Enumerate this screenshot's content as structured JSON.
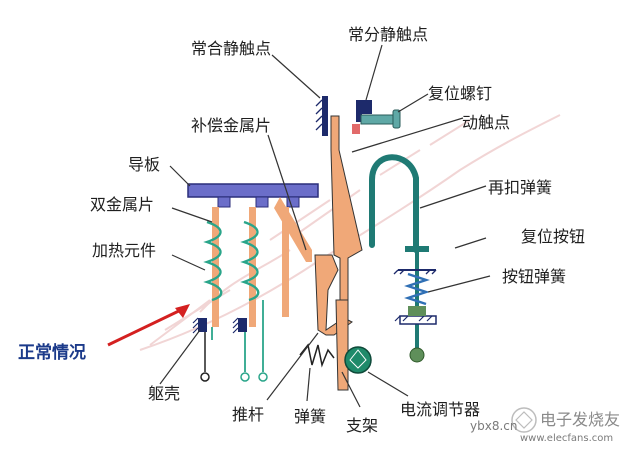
{
  "labels": {
    "normally_closed_contact": "常合静触点",
    "normally_open_contact": "常分静触点",
    "reset_screw": "复位螺钉",
    "compensation_bimetal": "补偿金属片",
    "moving_contact": "动触点",
    "guide_plate": "导板",
    "bimetal_strip": "双金属片",
    "rebuckle_spring": "再扣弹簧",
    "reset_button": "复位按钮",
    "heating_element": "加热元件",
    "button_spring": "按钮弹簧",
    "normal_state": "正常情况",
    "housing": "躯壳",
    "push_rod": "推杆",
    "spring": "弹簧",
    "support": "支架",
    "current_regulator": "电流调节器"
  },
  "watermarks": {
    "site_left": "ybx8.cn",
    "site_right_cn": "电子发烧友",
    "site_right_url": "www.elecfans.com"
  },
  "colors": {
    "guide_plate": "#6b6ec9",
    "bimetal": "#f0a878",
    "coil": "#2aa58a",
    "spring_teal": "#1f7a74",
    "contact_dark": "#1d2a6b",
    "arrow_red": "#d42020"
  }
}
